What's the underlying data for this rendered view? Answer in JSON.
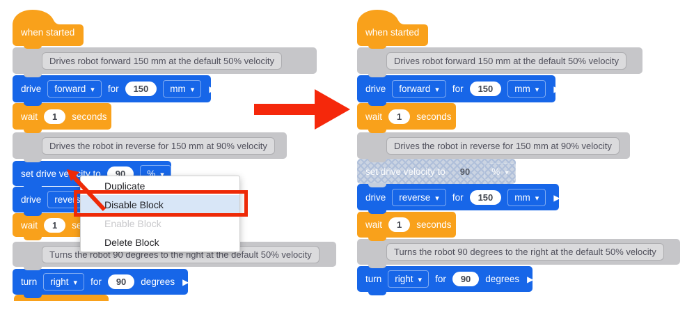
{
  "labels": {
    "when_started": "when started",
    "drive": "drive",
    "forward": "forward",
    "reverse": "reverse",
    "for": "for",
    "distance": "150",
    "mm": "mm",
    "wait": "wait",
    "wait_time": "1",
    "seconds": "seconds",
    "set_drive_velocity_to": "set drive velocity to",
    "velocity_value": "90",
    "percent": "%",
    "turn": "turn",
    "right": "right",
    "turn_degrees": "90",
    "degrees": "degrees"
  },
  "comments": {
    "forward": "Drives robot forward 150 mm at the default 50% velocity",
    "reverse": "Drives the robot in reverse for 150 mm at 90% velocity",
    "turn": "Turns the robot 90 degrees to the right at the default 50% velocity"
  },
  "context_menu": {
    "items": [
      {
        "label": "Duplicate",
        "state": "normal"
      },
      {
        "label": "Disable Block",
        "state": "highlighted"
      },
      {
        "label": "Enable Block",
        "state": "disabled"
      },
      {
        "label": "Delete Block",
        "state": "normal"
      }
    ]
  },
  "colors": {
    "block_blue": "#1766E8",
    "block_orange": "#F9A11B",
    "comment_gray": "#C6C6C9",
    "disabled_hatch": "#CBD4E2",
    "menu_highlight_blue": "#D8E6F7",
    "annotation_red": "#EE2A07"
  }
}
